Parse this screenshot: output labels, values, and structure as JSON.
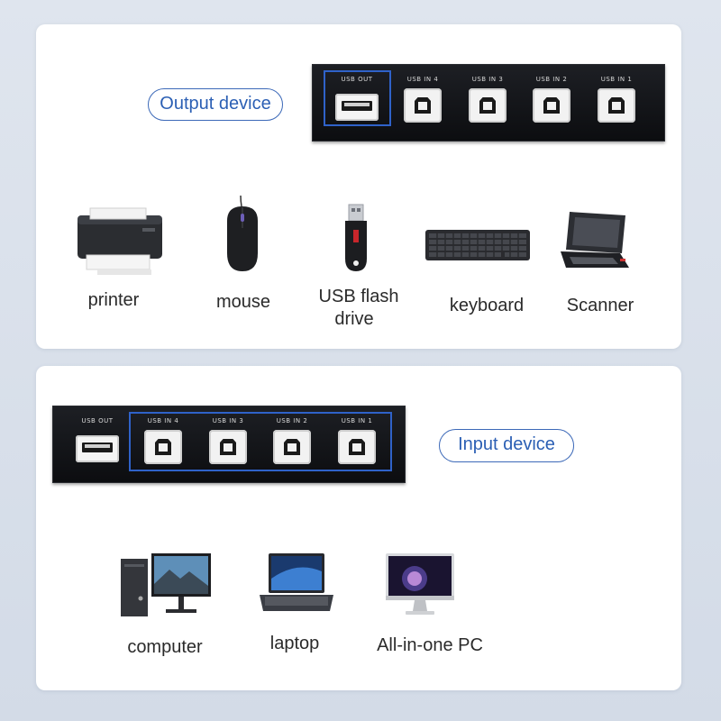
{
  "hub": {
    "usb_out": "USB OUT",
    "usb_in_4": "USB IN 4",
    "usb_in_3": "USB IN 3",
    "usb_in_2": "USB IN 2",
    "usb_in_1": "USB IN 1"
  },
  "top_section": {
    "badge": "Output device",
    "devices": [
      "printer",
      "mouse",
      "USB flash",
      "drive",
      "keyboard",
      "Scanner"
    ]
  },
  "bottom_section": {
    "badge": "Input device",
    "devices": [
      "computer",
      "laptop",
      "All-in-one PC"
    ]
  },
  "colors": {
    "accent": "#2f62c9",
    "badge_text": "#2b5fb4",
    "background": "#dfe5ee"
  }
}
